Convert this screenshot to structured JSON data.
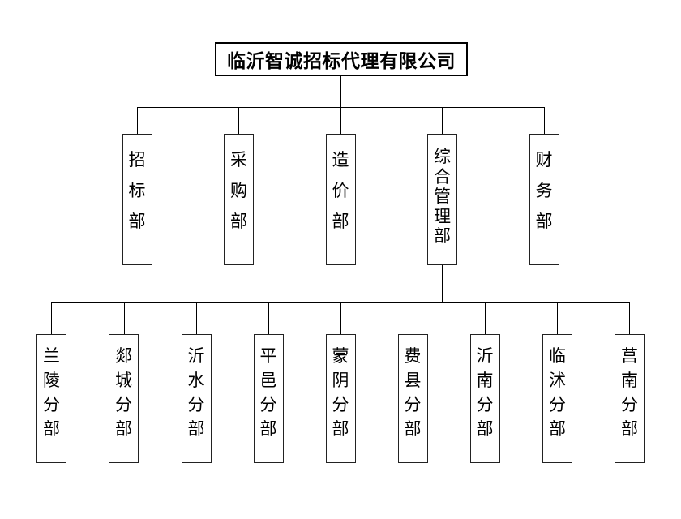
{
  "colors": {
    "background": "#ffffff",
    "text": "#000000",
    "line": "#000000",
    "box_border": "#222222"
  },
  "org_chart": {
    "title": "临沂智诚招标代理有限公司",
    "departments": [
      {
        "label": "招标部"
      },
      {
        "label": "采购部"
      },
      {
        "label": "造价部"
      },
      {
        "label": "综合管理部",
        "children": [
          {
            "label": "兰陵分部"
          },
          {
            "label": "郯城分部"
          },
          {
            "label": "沂水分部"
          },
          {
            "label": "平邑分部"
          },
          {
            "label": "蒙阴分部"
          },
          {
            "label": "费县分部"
          },
          {
            "label": "沂南分部"
          },
          {
            "label": "临沭分部"
          },
          {
            "label": "莒南分部"
          }
        ]
      },
      {
        "label": "财务部"
      }
    ]
  }
}
